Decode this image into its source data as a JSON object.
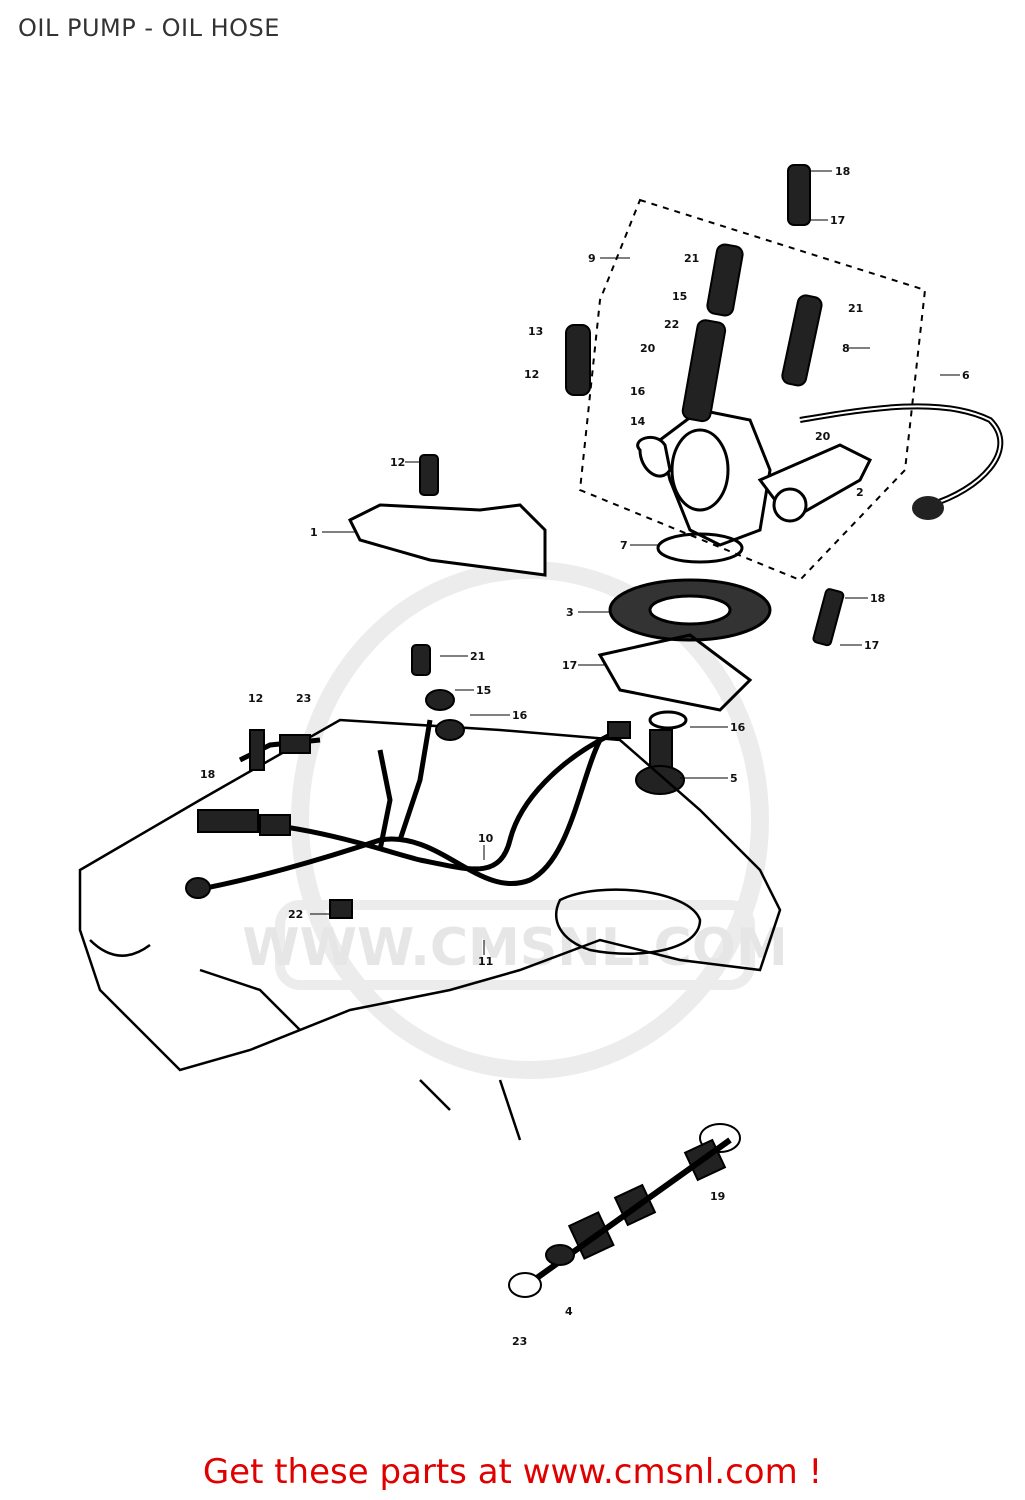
{
  "header": {
    "title": "OIL PUMP - OIL HOSE"
  },
  "watermark": {
    "text": "WWW.CMSNL.COM"
  },
  "footer": {
    "link_text": "Get these parts at www.cmsnl.com !"
  },
  "callouts": {
    "c1": "1",
    "c2": "2",
    "c3": "3",
    "c4": "4",
    "c5": "5",
    "c6": "6",
    "c7": "7",
    "c8": "8",
    "c9": "9",
    "c10": "10",
    "c11": "11",
    "c12": "12",
    "c13": "13",
    "c14": "14",
    "c15": "15",
    "c16": "16",
    "c17": "17",
    "c18": "18",
    "c19": "19",
    "c20": "20",
    "c21": "21",
    "c22": "22",
    "c23": "23"
  }
}
